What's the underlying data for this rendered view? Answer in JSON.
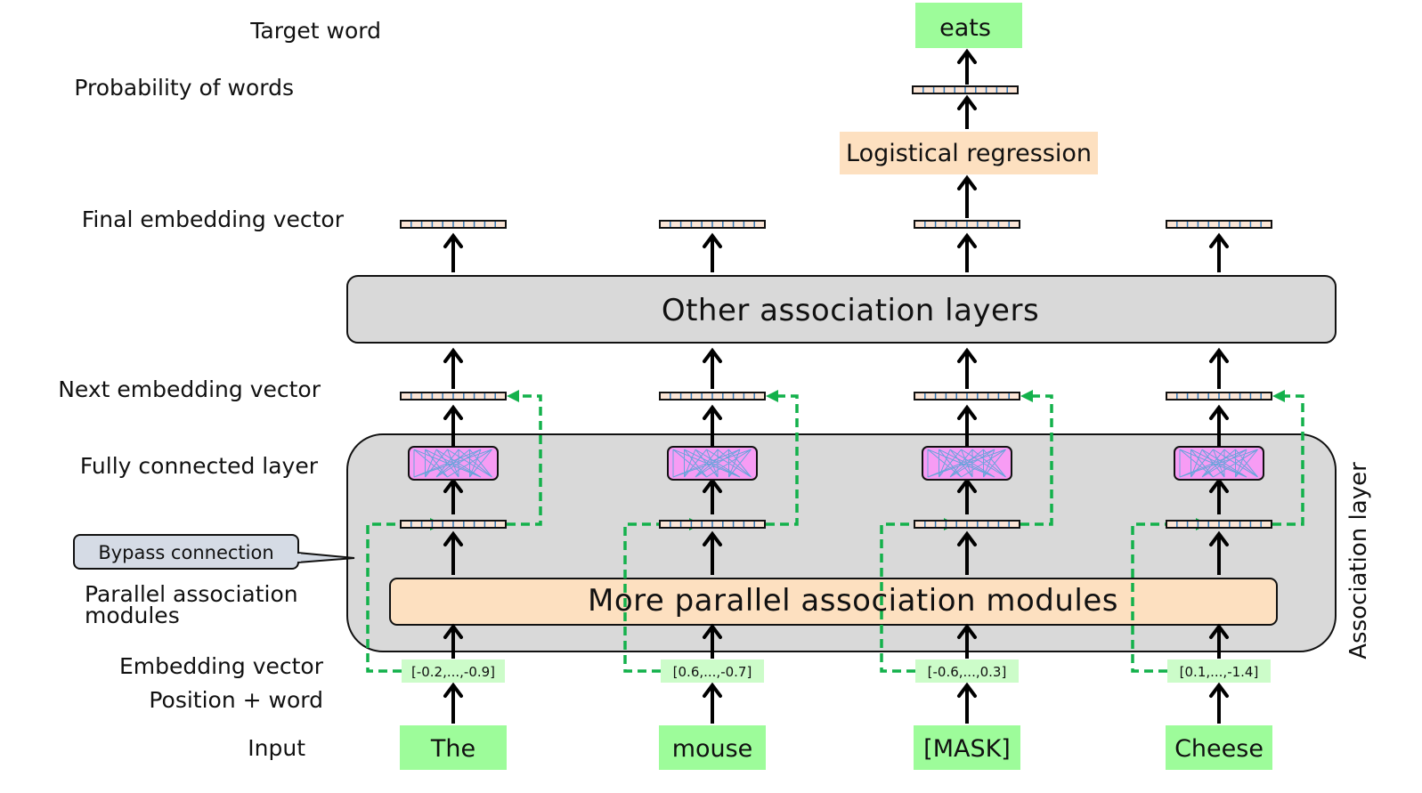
{
  "side_labels": {
    "target_word": "Target word",
    "probability_of_words": "Probability of words",
    "final_embedding_vector": "Final embedding vector",
    "next_embedding_vector": "Next embedding vector",
    "fully_connected_layer": "Fully connected layer",
    "parallel_association_modules_line1": "Parallel association",
    "parallel_association_modules_line2": "modules",
    "embedding_vector": "Embedding vector",
    "position_plus_word": "Position + word",
    "input": "Input"
  },
  "callout": {
    "bypass_connection": "Bypass connection"
  },
  "blocks": {
    "other_association_layers": "Other association layers",
    "more_parallel_association_modules": "More parallel association modules",
    "logistical_regression": "Logistical regression",
    "association_layer": "Association layer"
  },
  "output": {
    "target": "eats"
  },
  "tokens": [
    {
      "word": "The",
      "embedding": "[-0.2,...,-0.9]"
    },
    {
      "word": "mouse",
      "embedding": "[0.6,...,-0.7]"
    },
    {
      "word": "[MASK]",
      "embedding": "[-0.6,...,0.3]"
    },
    {
      "word": "Cheese",
      "embedding": "[0.1,...,-1.4]"
    }
  ],
  "colors": {
    "token_fill": "#9dfc9a",
    "embedding_fill": "#ccfcc9",
    "orange_fill": "#fde0c0",
    "gray_fill": "#d9d9d9",
    "callout_fill": "#d5dbe5",
    "fc_fill": "#f79cf4",
    "fc_lines": "#6aa3db",
    "bypass_green": "#13b14b",
    "vector_cell_fill": "#fbe5d6",
    "vector_divider": "#2e75b6"
  }
}
